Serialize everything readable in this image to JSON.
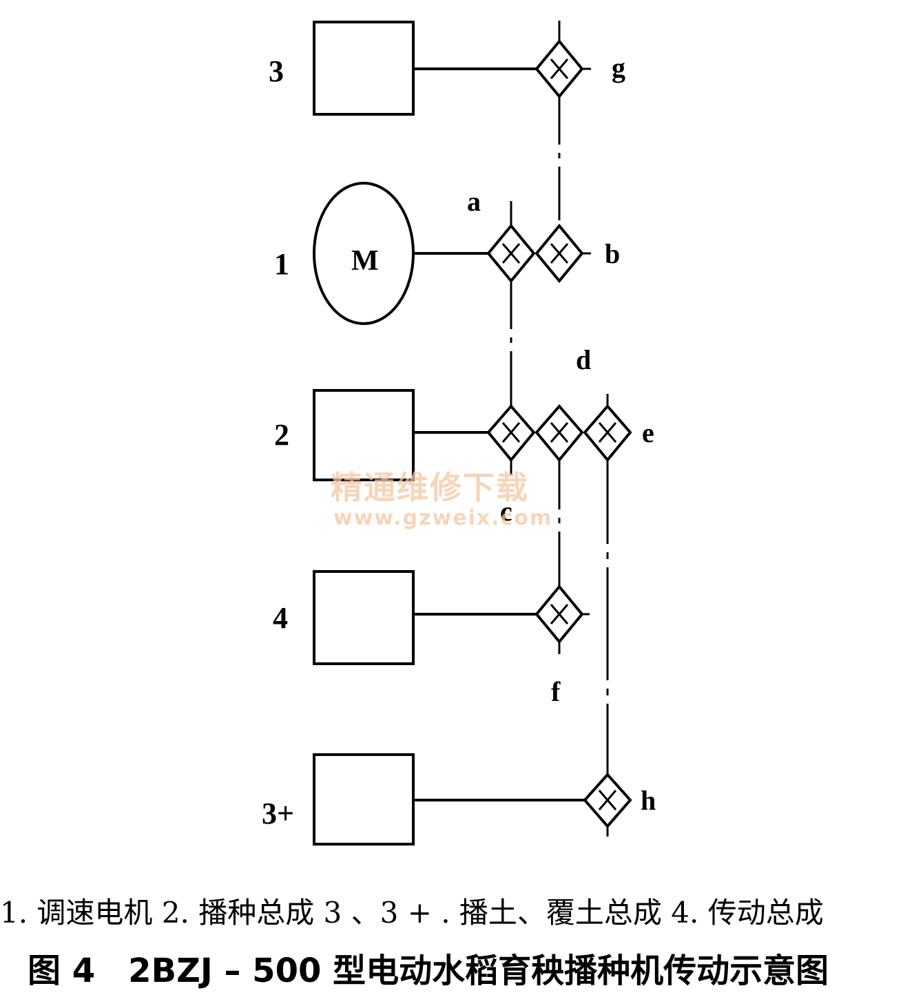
{
  "components": {
    "unit_3_label": "3",
    "motor_label": "1",
    "motor_symbol": "M",
    "unit_2_label": "2",
    "unit_4_label": "4",
    "unit_3plus_label": "3+"
  },
  "sprockets": {
    "a": "a",
    "b": "b",
    "c": "c",
    "d": "d",
    "e": "e",
    "f": "f",
    "g": "g",
    "h": "h"
  },
  "watermark": {
    "line1": "精通维修下载",
    "line2": "www.gzweix.com"
  },
  "legend": "1. 调速电机 2. 播种总成 3 、3 + . 播土、覆土总成 4. 传动总成",
  "caption": "图 4　2BZJ – 500 型电动水稻育秧播种机传动示意图"
}
